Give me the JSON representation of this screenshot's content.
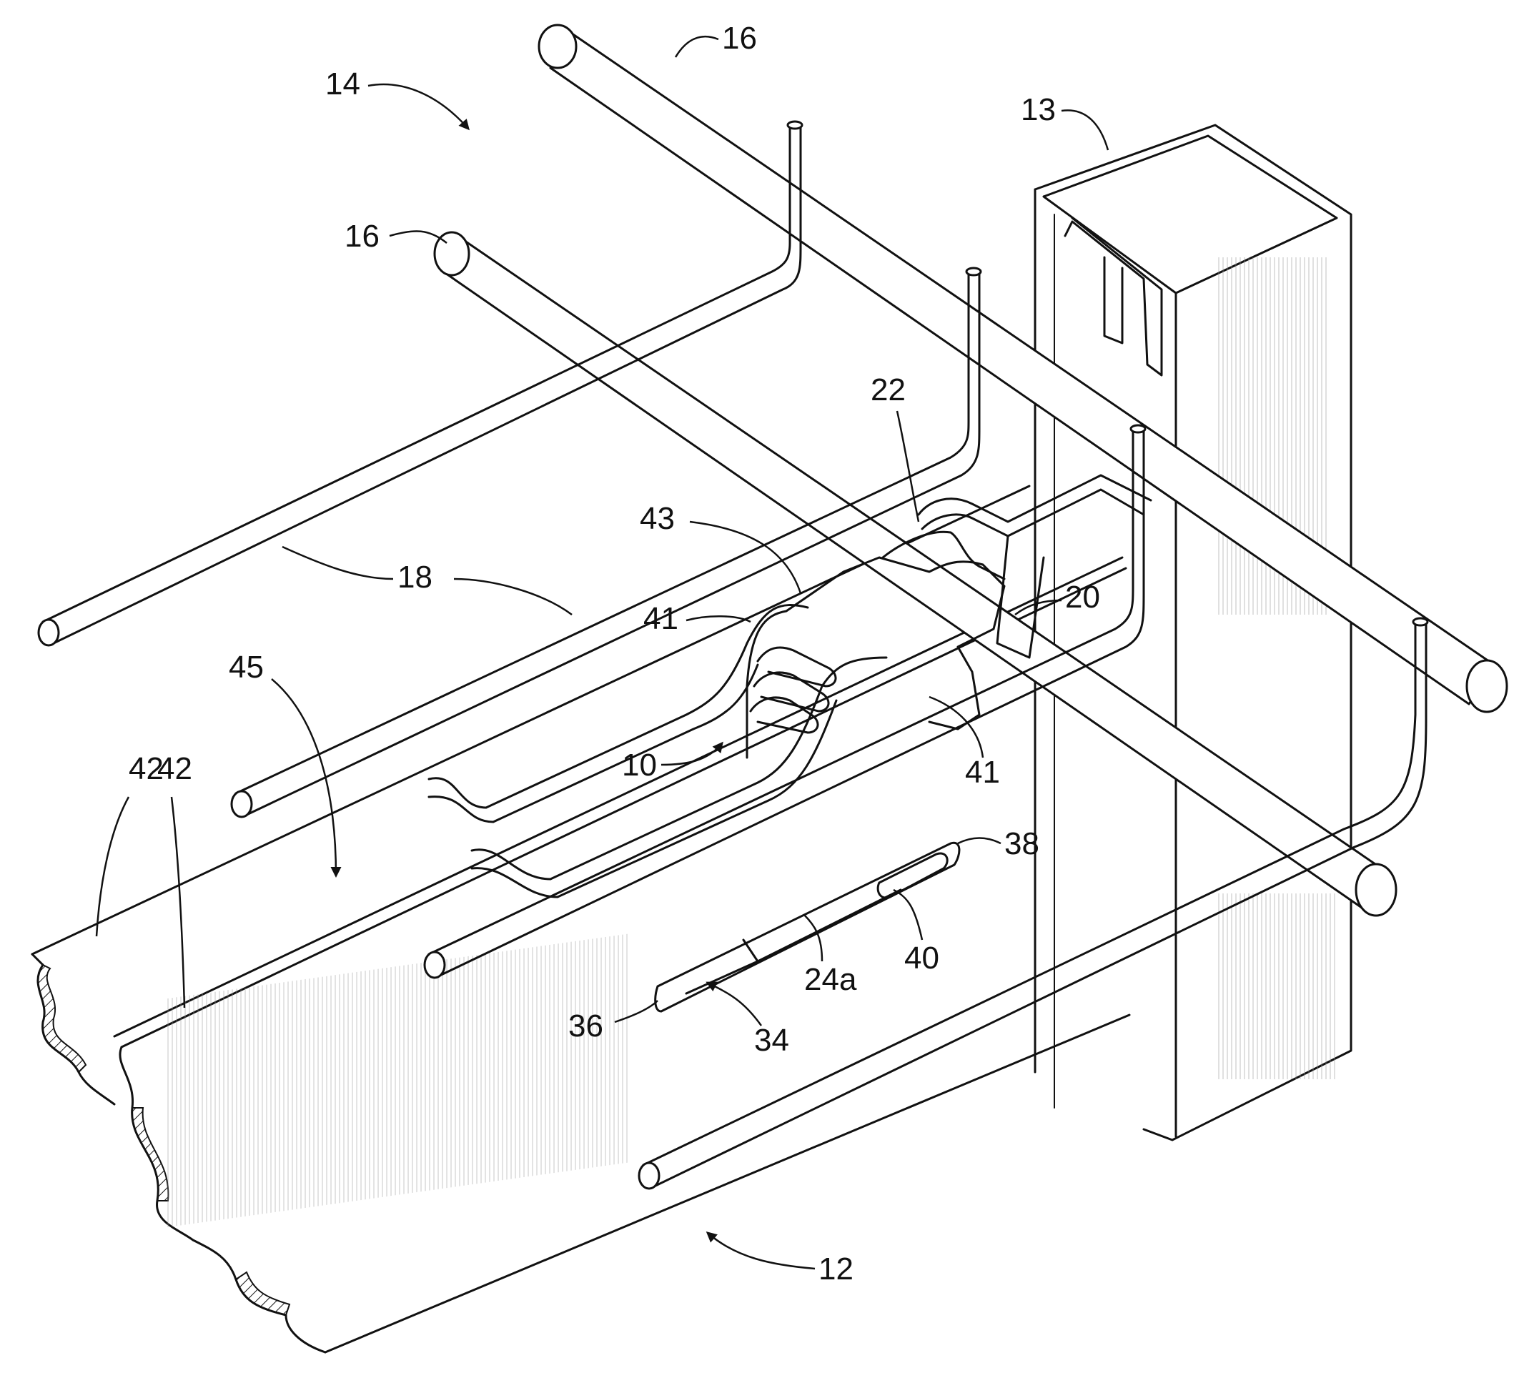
{
  "labels": {
    "l10": "10",
    "l12": "12",
    "l13": "13",
    "l14": "14",
    "l16a": "16",
    "l16b": "16",
    "l18": "18",
    "l20": "20",
    "l22": "22",
    "l24a": "24a",
    "l34": "34",
    "l36": "36",
    "l38": "38",
    "l40": "40",
    "l41a": "41",
    "l41b": "41",
    "l42a": "42",
    "l42b": "42",
    "l43": "43",
    "l45": "45"
  }
}
